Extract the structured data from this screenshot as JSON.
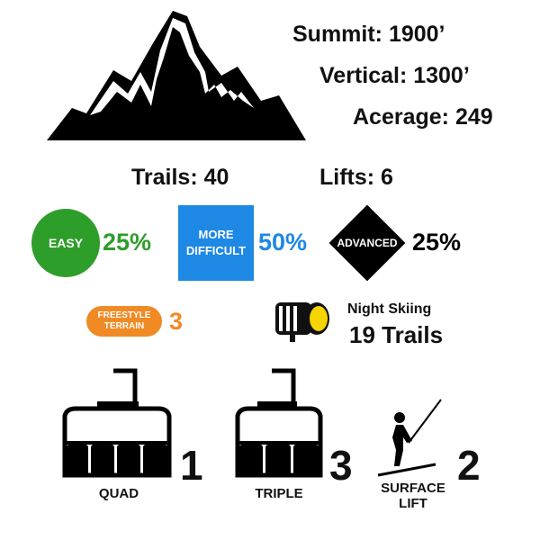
{
  "stats": {
    "summit": "Summit: 1900’",
    "vertical": "Vertical: 1300’",
    "acreage": "Acerage: 249",
    "trails": "Trails: 40",
    "lifts": "Lifts: 6"
  },
  "difficulty": {
    "easy": {
      "label": "EASY",
      "percent": "25%",
      "color": "#2e9e2a"
    },
    "more_difficult": {
      "label_line1": "MORE",
      "label_line2": "DIFFICULT",
      "percent": "50%",
      "color": "#1e88e5"
    },
    "advanced": {
      "label": "ADVANCED",
      "percent": "25%",
      "color": "#000000"
    }
  },
  "freestyle": {
    "label_line1": "FREESTYLE",
    "label_line2": "TERRAIN",
    "count": "3",
    "color": "#f08a24"
  },
  "night_skiing": {
    "label": "Night Skiing",
    "value": "19 Trails"
  },
  "lift_types": {
    "quad": {
      "label": "QUAD",
      "count": "1"
    },
    "triple": {
      "label": "TRIPLE",
      "count": "3"
    },
    "surface": {
      "label_line1": "SURFACE",
      "label_line2": "LIFT",
      "count": "2"
    }
  },
  "icons": [
    "mountain-icon",
    "spotlight-icon",
    "gondola-icon",
    "skier-icon"
  ]
}
